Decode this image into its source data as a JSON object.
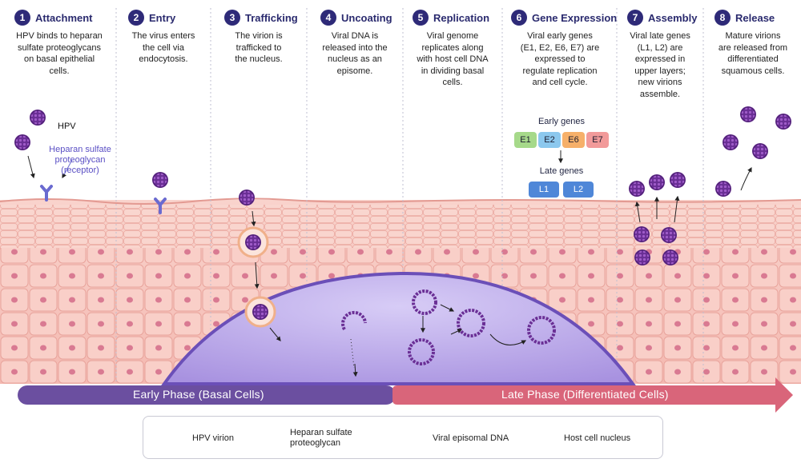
{
  "steps": [
    {
      "num": "1",
      "title": "Attachment",
      "desc": [
        "HPV binds to heparan",
        "sulfate proteoglycans",
        "on basal epithelial",
        "cells."
      ]
    },
    {
      "num": "2",
      "title": "Entry",
      "desc": [
        "The virus enters",
        "the cell via",
        "endocytosis."
      ]
    },
    {
      "num": "3",
      "title": "Trafficking",
      "desc": [
        "The virion is",
        "trafficked to",
        "the nucleus."
      ]
    },
    {
      "num": "4",
      "title": "Uncoating",
      "desc": [
        "Viral DNA is",
        "released into the",
        "nucleus as an",
        "episome."
      ]
    },
    {
      "num": "5",
      "title": "Replication",
      "desc": [
        "Viral genome",
        "replicates along",
        "with host cell DNA",
        "in dividing basal",
        "cells."
      ]
    },
    {
      "num": "6",
      "title": "Gene Expression",
      "desc": [
        "Viral early genes",
        "(E1, E2, E6, E7) are",
        "expressed to",
        "regulate replication",
        "and cell cycle."
      ]
    },
    {
      "num": "7",
      "title": "Assembly",
      "desc": [
        "Viral late genes",
        "(L1, L2) are",
        "expressed in",
        "upper layers;",
        "new virions",
        "assemble."
      ]
    },
    {
      "num": "8",
      "title": "Release",
      "desc": [
        "Mature virions",
        "are released from",
        "differentiated",
        "squamous cells."
      ]
    }
  ],
  "labels": {
    "hpv": "HPV",
    "receptor": [
      "Heparan sulfate",
      "proteoglycan",
      "(receptor)"
    ],
    "early_genes": "Early genes",
    "late_genes": "Late genes",
    "genes_early": [
      "E1",
      "E2",
      "E6",
      "E7"
    ],
    "genes_late": [
      "L1",
      "L2"
    ]
  },
  "phases": {
    "early": "Early Phase  (Basal Cells)",
    "late": "Late Phase  (Differentiated Cells)"
  },
  "legend": {
    "virion": "HPV virion",
    "receptor": [
      "Heparan sulfate",
      "proteoglycan"
    ],
    "episome": "Viral episomal DNA",
    "nucleus": "Host cell nucleus"
  },
  "colors": {
    "virion": "#7b3fa6",
    "receptor": "#6a6ad0",
    "early_bar": "#6b4fa0",
    "late_bar": "#d9657a",
    "tissue": "#f7c7c0",
    "nucleus": "#b9a6e6",
    "gene_e1": "#a6d98a",
    "gene_e2": "#8cc8ee",
    "gene_e6": "#f6b06a",
    "gene_e7": "#f29a9a",
    "gene_l": "#4f87d8"
  }
}
